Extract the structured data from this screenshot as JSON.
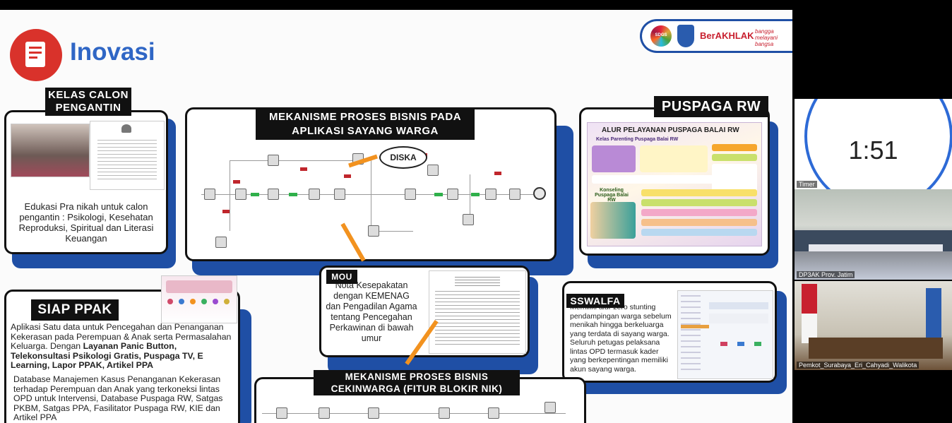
{
  "slide": {
    "title": "Inovasi",
    "logos": {
      "berakhlak": "BerAKHLAK",
      "bangga": "bangga melayani bangsa",
      "sdgs": "SDGS"
    },
    "kelas": {
      "label": "KELAS CALON PENGANTIN",
      "description": "Edukasi Pra nikah untuk calon pengantin : Psikologi, Kesehatan Reproduksi, Spiritual dan Literasi Keuangan"
    },
    "mekanisme": {
      "label": "MEKANISME PROSES BISNIS PADA APLIKASI SAYANG WARGA",
      "diska": "DISKA"
    },
    "puspaga": {
      "label": "PUSPAGA RW",
      "poster_title": "ALUR PELAYANAN PUSPAGA BALAI RW",
      "sub1": "Kelas Parenting Puspaga Balai RW",
      "sub2": "Konseling Puspaga Balai RW"
    },
    "mou": {
      "label": "MOU",
      "description": "Nota Kesepakatan dengan KEMENAG dan Pengadilan Agama tentang Pencegahan Perkawinan di bawah umur"
    },
    "sswalfa": {
      "label": "SSWALFA",
      "description": "Memiliki alur zero stunting pendampingan warga sebelum menikah hingga berkeluarga yang terdata di sayang warga. Seluruh petugas pelaksana lintas OPD termasuk kader yang berkepentingan memiliki akun sayang warga."
    },
    "siap": {
      "label": "SIAP PPAK",
      "p1_intro": "Aplikasi Satu data untuk Pencegahan dan Penanganan Kekerasan pada Perempuan & Anak serta Permasalahan Keluarga. Dengan ",
      "p1_bold": "Layanan Panic Button,  Telekonsultasi Psikologi Gratis, Puspaga TV, E Learning, Lapor PPAK, Artikel PPA",
      "p2": "Database Manajemen Kasus Penanganan Kekerasan terhadap Perempuan dan Anak yang terkoneksi lintas OPD untuk Intervensi, Database Puspaga RW, Satgas PKBM, Satgas PPA, Fasilitator Puspaga RW, KIE dan Artikel PPA"
    },
    "cekin": {
      "label": "MEKANISME PROSES BISNIS CEKINWARGA (FITUR BLOKIR NIK)"
    }
  },
  "meeting": {
    "timer": "1:51",
    "participants": [
      {
        "name": "Timer"
      },
      {
        "name": "DP3AK Prov. Jatim"
      },
      {
        "name": "Pemkot_Surabaya_Eri_Cahyadi_Walikota"
      }
    ]
  },
  "colors": {
    "accent_blue": "#1f4fa5",
    "logo_red": "#d9322b",
    "title_blue": "#2f66c5",
    "arrow_orange": "#f2921f"
  }
}
